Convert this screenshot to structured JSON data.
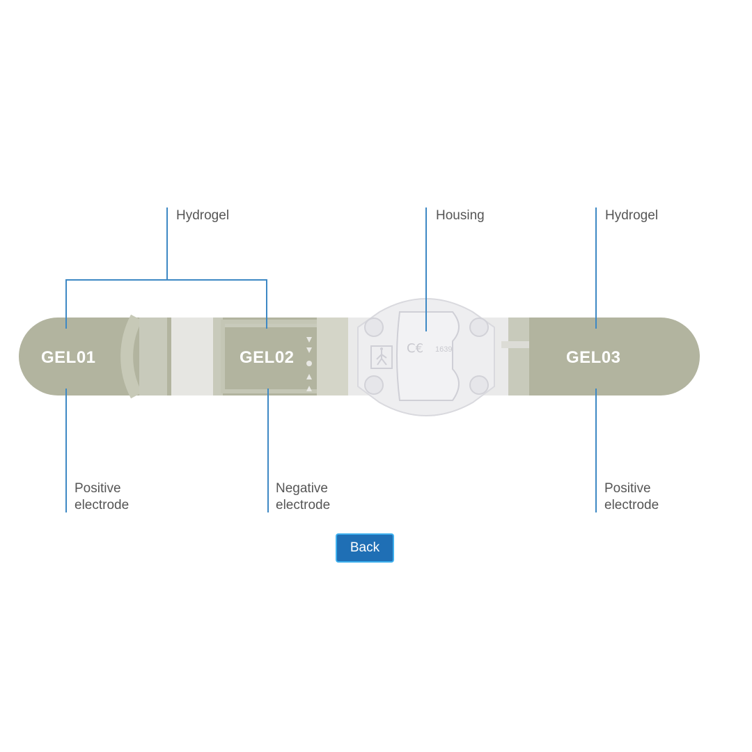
{
  "labels": {
    "hydrogel_left": "Hydrogel",
    "housing": "Housing",
    "hydrogel_right": "Hydrogel",
    "positive_left_line1": "Positive",
    "positive_left_line2": "electrode",
    "negative_line1": "Negative",
    "negative_line2": "electrode",
    "positive_right_line1": "Positive",
    "positive_right_line2": "electrode"
  },
  "device": {
    "gel1": "GEL01",
    "gel2": "GEL02",
    "gel3": "GEL03",
    "ce_mark": "C€",
    "ce_number": "1639"
  },
  "buttons": {
    "back": "Back"
  },
  "colors": {
    "callout_line": "#3d88c4",
    "strip": "#b2b49f",
    "housing": "#eeeef0",
    "button_bg": "#1f6fb5",
    "button_border": "#3fb0ee"
  },
  "icons": {
    "housing_symbol": "person-figure-icon"
  }
}
